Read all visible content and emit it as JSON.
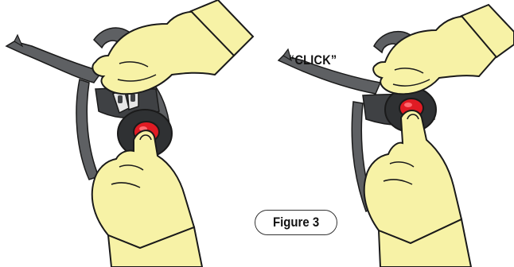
{
  "annotations": {
    "sound_label": "“CLICK”"
  },
  "caption": {
    "figure_label": "Figure 3"
  },
  "colors": {
    "hand_fill": "#f7f2a6",
    "outline": "#1a1a1a",
    "strap": "#5e6063",
    "strap_dark": "#3f4144",
    "buckle_button": "#e01b24",
    "buckle_housing": "#2f3133",
    "metal_tongue": "#e6e6e6"
  },
  "panels": [
    {
      "name": "left-panel",
      "icon": "hand-pressing-buckle"
    },
    {
      "name": "right-panel",
      "icon": "hand-latching-buckle"
    }
  ]
}
